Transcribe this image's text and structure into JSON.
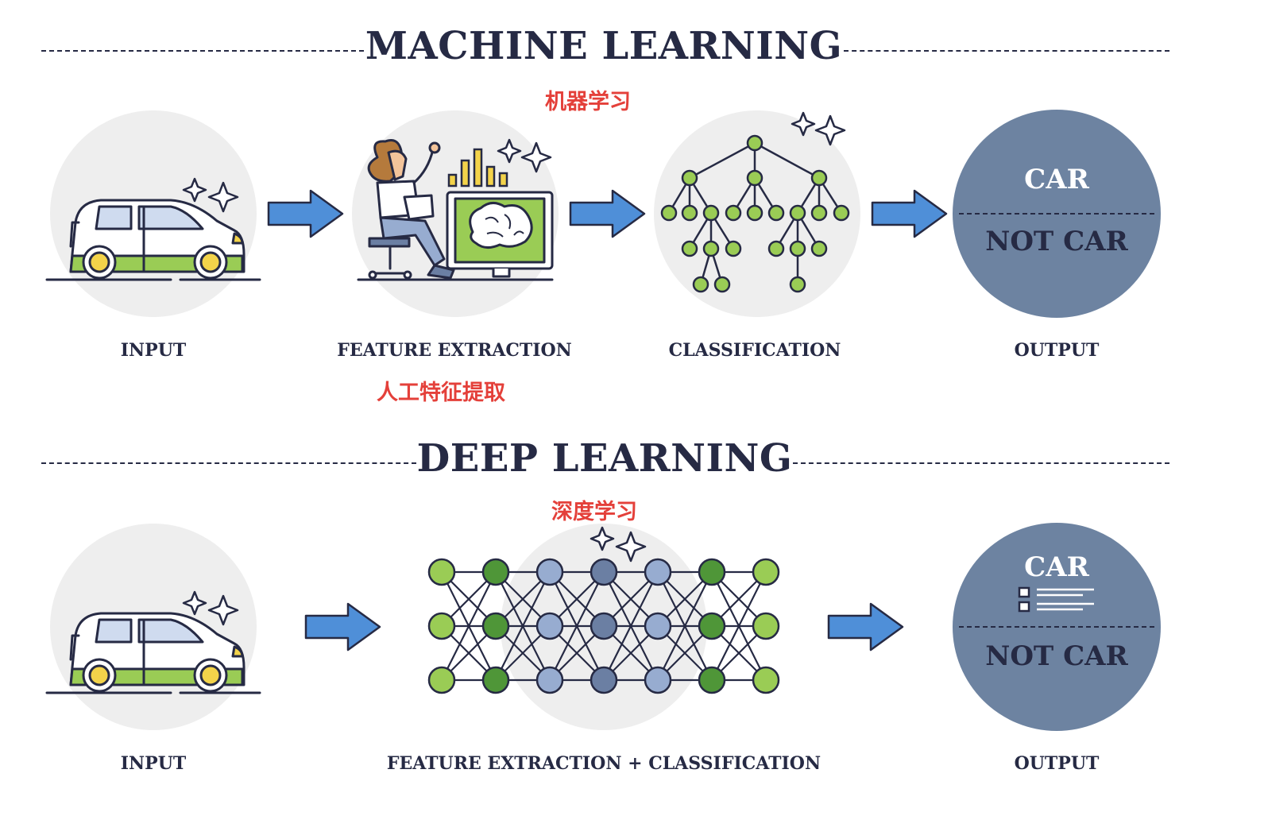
{
  "machine_learning": {
    "title": "MACHINE LEARNING",
    "title_cn": "机器学习",
    "steps": [
      {
        "label": "INPUT"
      },
      {
        "label": "FEATURE EXTRACTION",
        "note_cn": "人工特征提取"
      },
      {
        "label": "CLASSIFICATION"
      },
      {
        "label": "OUTPUT"
      }
    ],
    "output": {
      "top": "CAR",
      "bottom": "NOT CAR"
    }
  },
  "deep_learning": {
    "title": "DEEP LEARNING",
    "title_cn": "深度学习",
    "steps": [
      {
        "label": "INPUT"
      },
      {
        "label": "FEATURE EXTRACTION + CLASSIFICATION"
      },
      {
        "label": "OUTPUT"
      }
    ],
    "output": {
      "top": "CAR",
      "bottom": "NOT CAR"
    }
  },
  "colors": {
    "ink": "#262a44",
    "accent_red": "#e4403a",
    "arrow_blue": "#4f8fd8",
    "leaf_green": "#9acc55",
    "dark_green": "#4f9638",
    "node_blue_light": "#97acd0",
    "node_blue_dark": "#6b7fa3",
    "output_circle": "#6d83a1",
    "bg_circle": "#eeeeee"
  }
}
